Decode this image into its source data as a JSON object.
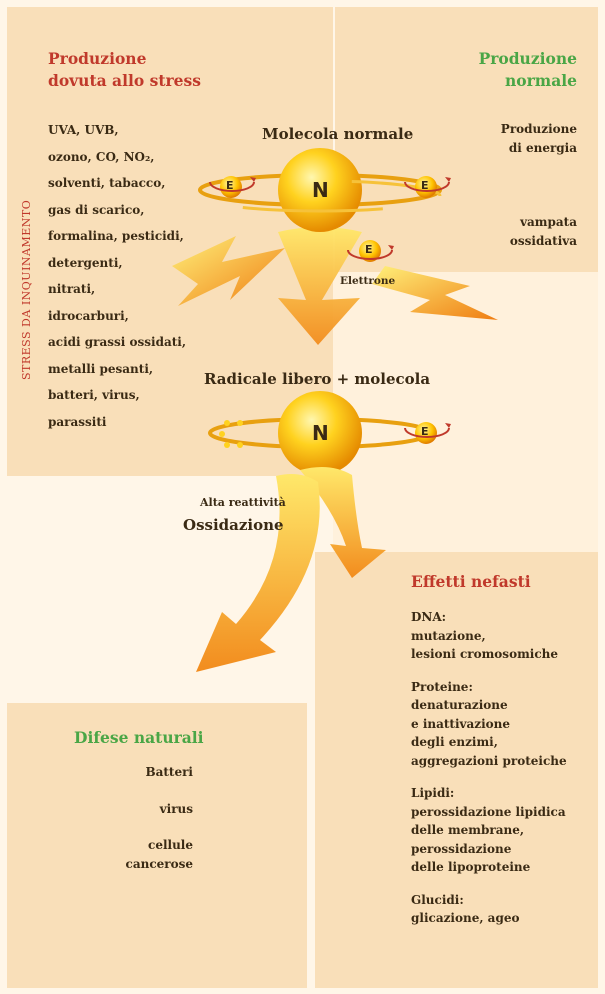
{
  "colors": {
    "panel": "#f9dfb9",
    "panel_light": "#fff1dc",
    "red": "#c0392b",
    "green": "#4aa646",
    "text": "#3a2a14",
    "arrow_light": "#ffe86a",
    "arrow_dark": "#f28c1e"
  },
  "stress": {
    "title_line1": "Produzione",
    "title_line2": "dovuta allo stress",
    "vertical_label": "STRESS DA INQUINAMENTO",
    "items": [
      "UVA, UVB,",
      "ozono, CO, NO₂,",
      "solventi, tabacco,",
      "gas di scarico,",
      "formalina, pesticidi,",
      "detergenti,",
      "nitrati,",
      "idrocarburi,",
      "acidi grassi ossidati,",
      "metalli pesanti,",
      "batteri, virus,",
      "parassiti"
    ]
  },
  "normal": {
    "title_line1": "Produzione",
    "title_line2": "normale",
    "energy_line1": "Produzione",
    "energy_line2": "di energia",
    "burst_line1": "vampata",
    "burst_line2": "ossidativa"
  },
  "center": {
    "molecule_label": "Molecola normale",
    "nucleus_letter": "N",
    "electron_letter": "E",
    "electron_label": "Elettrone",
    "radical_label": "Radicale libero + molecola",
    "reactivity_label": "Alta reattività",
    "oxidation_label": "Ossidazione"
  },
  "effects": {
    "title": "Effetti nefasti",
    "groups": [
      {
        "heading": "DNA:",
        "lines": [
          "mutazione,",
          "lesioni cromosomiche"
        ]
      },
      {
        "heading": "Proteine:",
        "lines": [
          "denaturazione",
          "e inattivazione",
          "degli enzimi,",
          "aggregazioni proteiche"
        ]
      },
      {
        "heading": "Lipidi:",
        "lines": [
          "perossidazione lipidica",
          "delle membrane,",
          "perossidazione",
          "delle lipoproteine"
        ]
      },
      {
        "heading": "Glucidi:",
        "lines": [
          "glicazione, ageo"
        ]
      }
    ]
  },
  "defense": {
    "title": "Difese naturali",
    "item1": "Batteri",
    "item2": "virus",
    "item3_line1": "cellule",
    "item3_line2": "cancerose"
  }
}
